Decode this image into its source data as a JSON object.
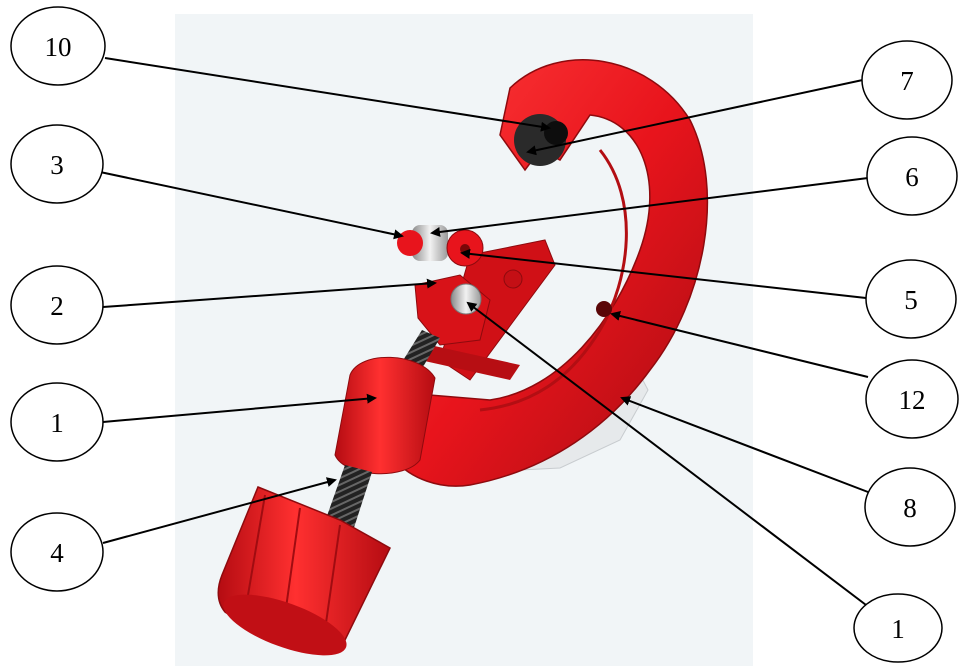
{
  "callouts": [
    {
      "id": "c10",
      "label": "10"
    },
    {
      "id": "c7",
      "label": "7"
    },
    {
      "id": "c3",
      "label": "3"
    },
    {
      "id": "c6",
      "label": "6"
    },
    {
      "id": "c2",
      "label": "2"
    },
    {
      "id": "c5",
      "label": "5"
    },
    {
      "id": "c12",
      "label": "12"
    },
    {
      "id": "c1a",
      "label": "1"
    },
    {
      "id": "c8",
      "label": "8"
    },
    {
      "id": "c4",
      "label": "4"
    },
    {
      "id": "c1b",
      "label": "1"
    }
  ],
  "colors": {
    "background_panel": "#f1f5f7",
    "body_red": "#e8141c",
    "body_red_dark": "#a80d12",
    "body_red_light": "#ff3b3b",
    "metal_light": "#d9d9d9",
    "thread_dark": "#2b2b2b",
    "line": "#000000"
  }
}
